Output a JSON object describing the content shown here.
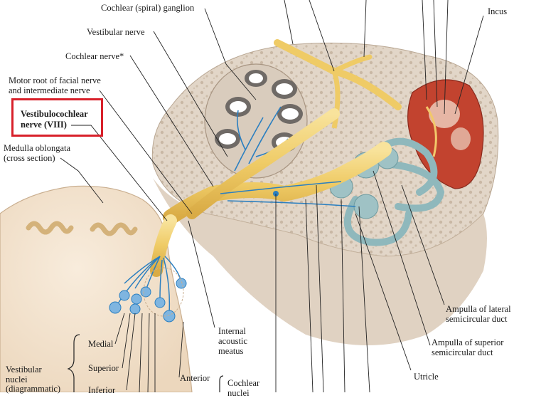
{
  "labels": {
    "cochlear_ganglion": "Cochlear (spiral) ganglion",
    "vestibular_nerve": "Vestibular nerve",
    "cochlear_nerve": "Cochlear nerve*",
    "motor_root_1": "Motor root of facial nerve",
    "motor_root_2": "and intermediate nerve",
    "vestibulocochlear_1": "Vestibulocochlear",
    "vestibulocochlear_2": "nerve (VIII)",
    "medulla_1": "Medulla oblongata",
    "medulla_2": "(cross section)",
    "incus": "Incus",
    "internal_meatus_1": "Internal",
    "internal_meatus_2": "acoustic",
    "internal_meatus_3": "meatus",
    "ampulla_lateral_1": "Ampulla of lateral",
    "ampulla_lateral_2": "semicircular duct",
    "ampulla_superior_1": "Ampulla of superior",
    "ampulla_superior_2": "semicircular duct",
    "utricle": "Utricle",
    "medial": "Medial",
    "superior": "Superior",
    "inferior": "Inferior",
    "vestibular_nuclei_1": "Vestibular",
    "vestibular_nuclei_2": "nuclei",
    "vestibular_nuclei_3": "(diagrammatic)",
    "anterior": "Anterior",
    "cochlear_nuclei_1": "Cochlear",
    "cochlear_nuclei_2": "nuclei"
  },
  "colors": {
    "highlight": "#d8202a",
    "nerve": "#f0d27a",
    "bone": "#ddd0c2",
    "brainstem": "#f3e3cf",
    "duct": "#8fb8bc",
    "fiber": "#2b7fc0",
    "middle_ear": "#c2432f"
  }
}
